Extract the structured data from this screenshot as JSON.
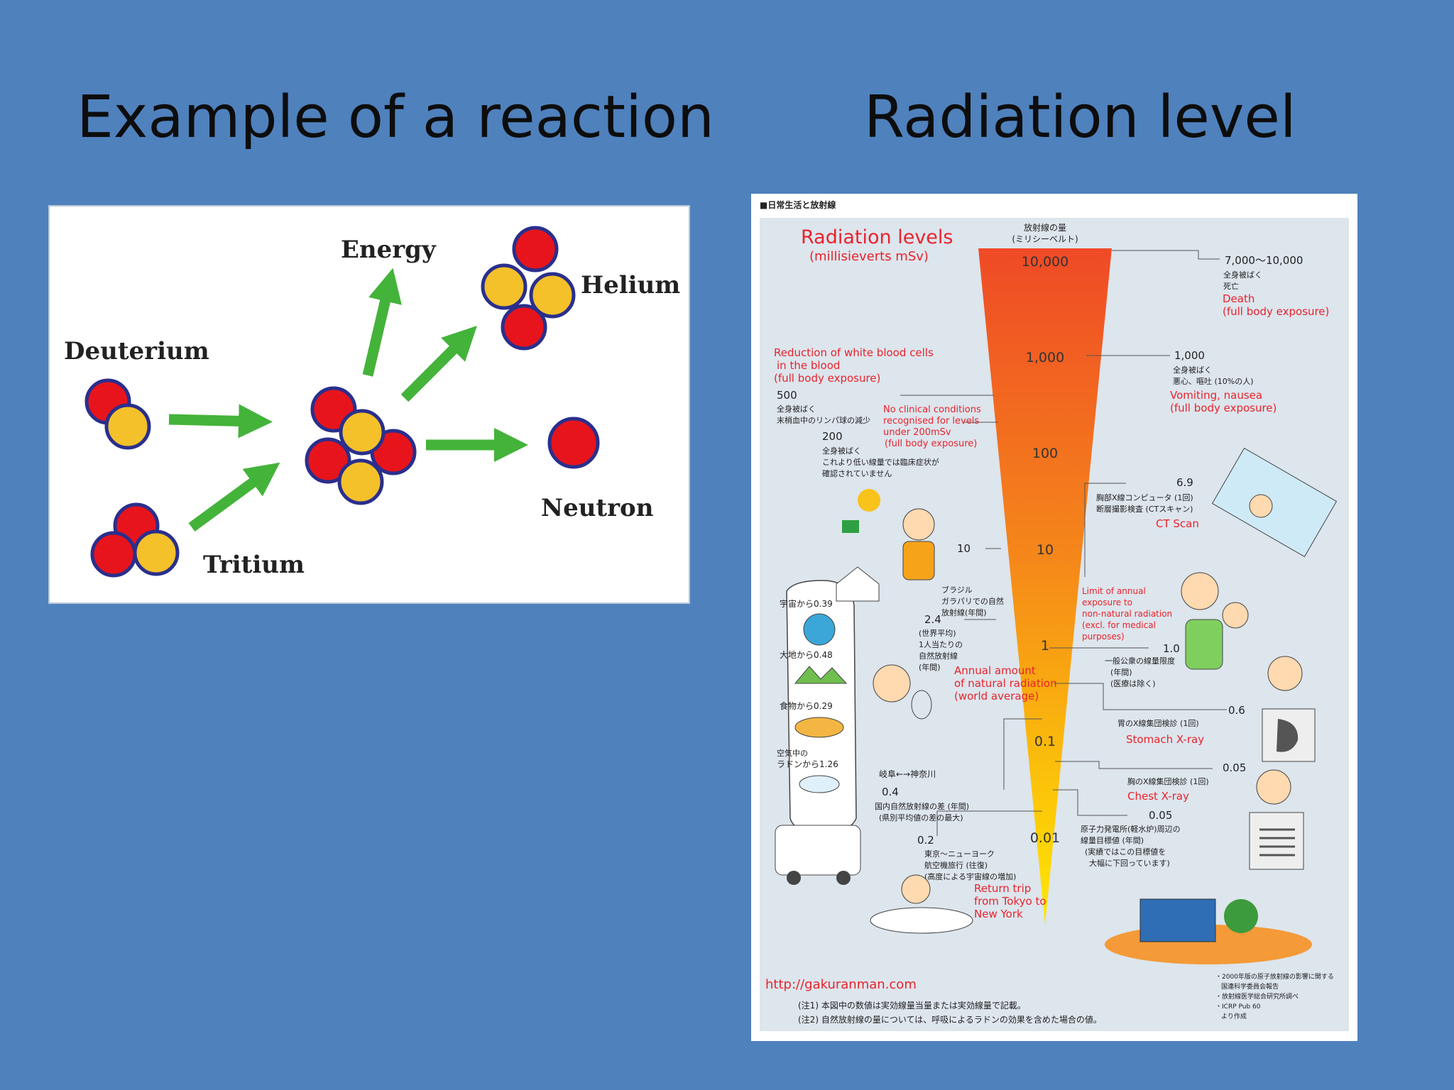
{
  "slide": {
    "left_title": "Example of a reaction",
    "right_title": "Radiation level"
  },
  "fusion": {
    "deuterium": "Deuterium",
    "tritium": "Tritium",
    "energy": "Energy",
    "helium": "Helium",
    "neutron": "Neutron"
  },
  "radiation": {
    "header": "■日常生活と放射線",
    "title": "Radiation levels",
    "unit": "(millisieverts mSv)",
    "axis_jp_1": "放射線の量",
    "axis_jp_2": "(ミリシーベルト)",
    "scale": [
      "10,000",
      "1,000",
      "100",
      "10",
      "1",
      "0.1",
      "0.01"
    ],
    "r_death_val": "7,000〜10,000",
    "r_death_jp1": "全身被ばく",
    "r_death_jp2": "死亡",
    "r_death_en1": "Death",
    "r_death_en2": "(full body exposure)",
    "r_vomit_val": "1,000",
    "r_vomit_jp1": "全身被ばく",
    "r_vomit_jp2": "悪心、嘔吐 (10%の人)",
    "r_vomit_en1": "Vomiting, nausea",
    "r_vomit_en2": "(full body exposure)",
    "r_ct_val": "6.9",
    "r_ct_jp1": "胸部X線コンピュータ (1回)",
    "r_ct_jp2": "断層撮影検査 (CTスキャン)",
    "r_ct_en": "CT Scan",
    "r_limit_en1": "Limit of annual",
    "r_limit_en2": "exposure to",
    "r_limit_en3": "non-natural radiation",
    "r_limit_en4": "(excl. for medical",
    "r_limit_en5": "purposes)",
    "r_limit_val": "1.0",
    "r_limit_jp1": "一般公衆の線量限度",
    "r_limit_jp2": "(年間)",
    "r_limit_jp3": "(医療は除く)",
    "r_stomach_val": "0.6",
    "r_stomach_jp": "胃のX線集団検診 (1回)",
    "r_stomach_en": "Stomach X-ray",
    "r_chest_val": "0.05",
    "r_chest_jp": "胸のX線集団検診 (1回)",
    "r_chest_en": "Chest X-ray",
    "r_plant_val": "0.05",
    "r_plant_jp1": "原子力発電所(軽水炉)周辺の",
    "r_plant_jp2": "線量目標値 (年間)",
    "r_plant_jp3": "(実績ではこの目標値を",
    "r_plant_jp4": "大幅に下回っています)",
    "l_wbc_en1": "Reduction of white blood cells",
    "l_wbc_en2": "in the blood",
    "l_wbc_en3": "(full body exposure)",
    "l_wbc_val": "500",
    "l_wbc_jp1": "全身被ばく",
    "l_wbc_jp2": "末梢血中のリンパ球の減少",
    "l_nc_en1": "No clinical conditions",
    "l_nc_en2": "recognised for levels",
    "l_nc_en3": "under 200mSv",
    "l_nc_en4": "(full body exposure)",
    "l_nc_val": "200",
    "l_nc_jp1": "全身被ばく",
    "l_nc_jp2": "これより低い線量では臨床症状が",
    "l_nc_jp3": "確認されていません",
    "l_brazil_val": "10",
    "l_brazil_jp1": "ブラジル",
    "l_brazil_jp2": "ガラパリでの自然",
    "l_brazil_jp3": "放射線(年間)",
    "l_nat_val": "2.4",
    "l_nat_jp1": "(世界平均)",
    "l_nat_jp2": "1人当たりの",
    "l_nat_jp3": "自然放射線",
    "l_nat_jp4": "(年間)",
    "l_nat_en1": "Annual amount",
    "l_nat_en2": "of natural radiation",
    "l_nat_en3": "(world average)",
    "bub_space": "宇宙から0.39",
    "bub_earth": "大地から0.48",
    "bub_food": "食物から0.29",
    "bub_radon1": "空気中の",
    "bub_radon2": "ラドンから1.26",
    "l_gifu": "岐阜←→神奈川",
    "l_diff_val": "0.4",
    "l_diff_jp1": "国内自然放射線の差 (年間)",
    "l_diff_jp2": "(県別平均値の差の最大)",
    "l_flight_val": "0.2",
    "l_flight_jp1": "東京〜ニューヨーク",
    "l_flight_jp2": "航空機旅行 (往復)",
    "l_flight_jp3": "(高度による宇宙線の増加)",
    "l_flight_en1": "Return trip",
    "l_flight_en2": "from Tokyo to",
    "l_flight_en3": "New York",
    "url": "http://gakuranman.com",
    "note1": "(注1) 本図中の数値は実効線量当量または実効線量で記載。",
    "note2": "(注2) 自然放射線の量については、呼吸によるラドンの効果を含めた場合の値。",
    "src1": "・2000年版の原子放射線の影響に関する",
    "src2": "国連科学委員会報告",
    "src3": "・放射線医学総合研究所調べ",
    "src4": "・ICRP Pub 60",
    "src5": "より作成",
    "colors": {
      "red_text": "#e8232b",
      "cone_top": "#ef4a26",
      "cone_bottom": "#ffe800"
    }
  }
}
